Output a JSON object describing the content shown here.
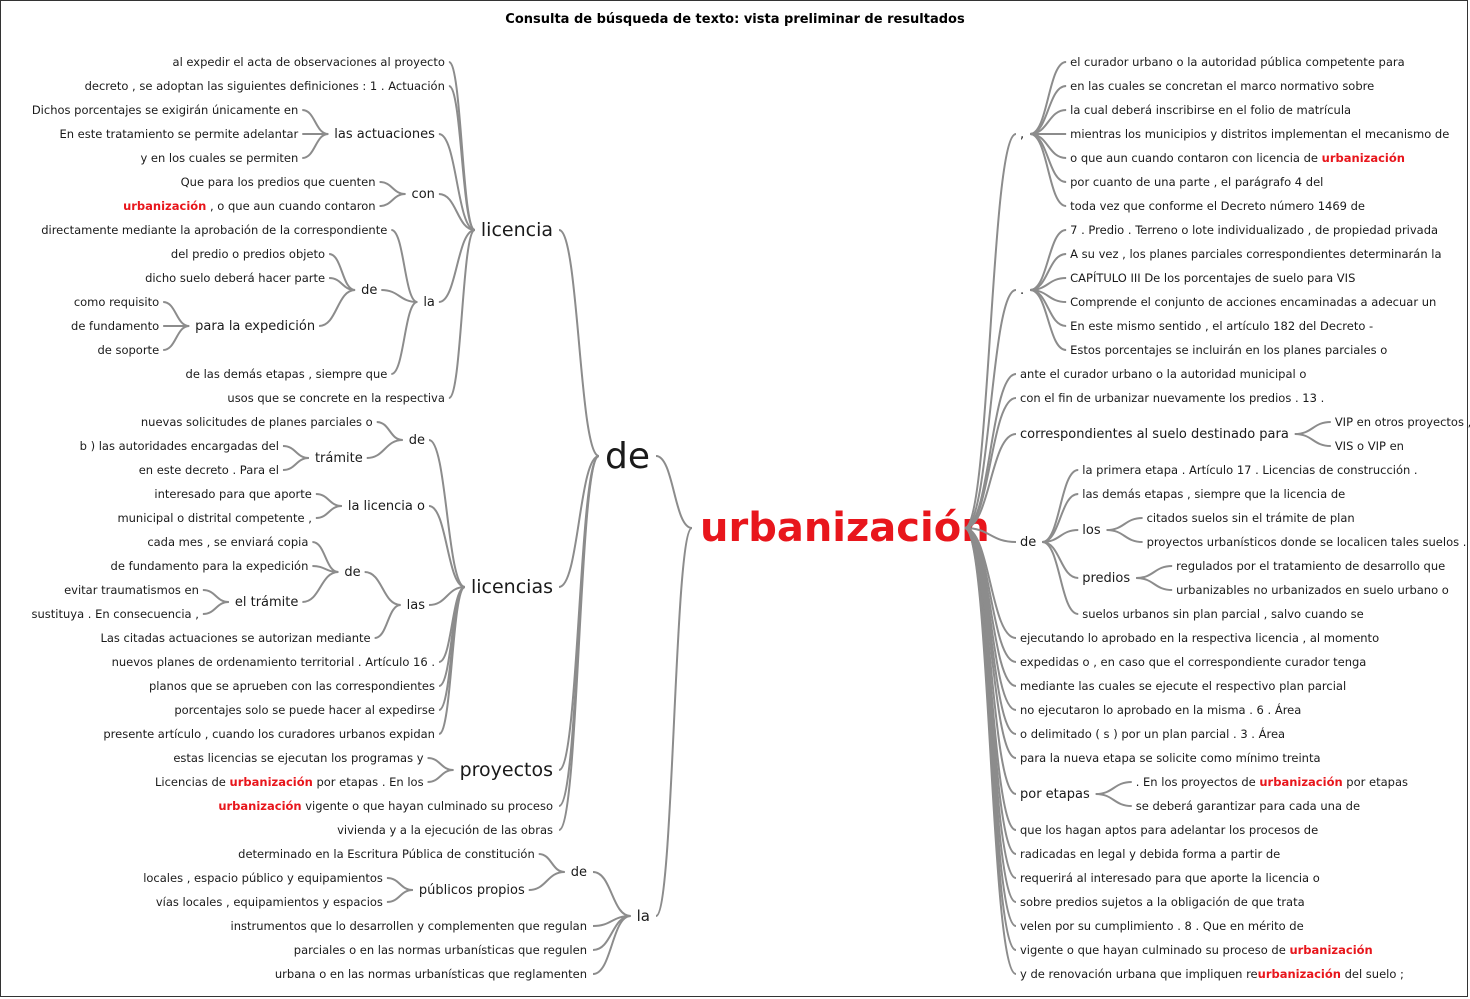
{
  "title": "Consulta de búsqueda de texto: vista preliminar de resultados",
  "keyword": "urbanización",
  "colors": {
    "keyword": "#e8161c",
    "text": "#1a1a1a",
    "branch": "#8c8c8c"
  },
  "left": {
    "label": "de",
    "children": [
      {
        "label": "licencia",
        "children": [
          {
            "label": "al expedir el acta de observaciones al proyecto"
          },
          {
            "label": "decreto , se adoptan las siguientes definiciones : 1 . Actuación"
          },
          {
            "label": "las actuaciones",
            "children": [
              {
                "label": "Dichos porcentajes se exigirán únicamente en"
              },
              {
                "label": "En este tratamiento se permite adelantar"
              },
              {
                "label": "y en los cuales se permiten"
              }
            ]
          },
          {
            "label": "con",
            "children": [
              {
                "label": "Que para los predios que cuenten"
              },
              {
                "label": "urbanización , o que aun cuando contaron"
              }
            ]
          },
          {
            "label": "la",
            "children": [
              {
                "label": "directamente mediante la aprobación de la correspondiente"
              },
              {
                "label": "de",
                "children": [
                  {
                    "label": "del predio o predios objeto"
                  },
                  {
                    "label": "dicho suelo deberá hacer parte"
                  },
                  {
                    "label": "para la expedición",
                    "children": [
                      {
                        "label": "como requisito"
                      },
                      {
                        "label": "de fundamento"
                      },
                      {
                        "label": "de soporte"
                      }
                    ]
                  }
                ]
              },
              {
                "label": "de las demás etapas , siempre que"
              }
            ]
          },
          {
            "label": "usos que se concrete en la respectiva"
          }
        ]
      },
      {
        "label": "licencias",
        "children": [
          {
            "label": "de",
            "children": [
              {
                "label": "nuevas solicitudes de planes parciales o"
              },
              {
                "label": "trámite",
                "children": [
                  {
                    "label": "b ) las autoridades encargadas del"
                  },
                  {
                    "label": "en este decreto . Para el"
                  }
                ]
              }
            ]
          },
          {
            "label": "la licencia o",
            "children": [
              {
                "label": "interesado para que aporte"
              },
              {
                "label": "municipal o distrital competente ,"
              }
            ]
          },
          {
            "label": "las",
            "children": [
              {
                "label": "de",
                "children": [
                  {
                    "label": "cada mes , se enviará copia"
                  },
                  {
                    "label": "de fundamento para la expedición"
                  },
                  {
                    "label": "el trámite",
                    "children": [
                      {
                        "label": "evitar traumatismos en"
                      },
                      {
                        "label": "sustituya . En consecuencia ,"
                      }
                    ]
                  }
                ]
              },
              {
                "label": "Las citadas actuaciones se autorizan mediante"
              }
            ]
          },
          {
            "label": "nuevos planes de ordenamiento territorial . Artículo 16 ."
          },
          {
            "label": "planos que se aprueben con las correspondientes"
          },
          {
            "label": "porcentajes solo se puede hacer al expedirse"
          },
          {
            "label": "presente artículo , cuando los curadores urbanos expidan"
          }
        ]
      },
      {
        "label": "proyectos",
        "children": [
          {
            "label": "estas licencias se ejecutan los programas y"
          },
          {
            "label": "Licencias de urbanización por etapas . En los"
          }
        ]
      },
      {
        "label": "urbanización vigente o que hayan culminado su proceso"
      },
      {
        "label": "vivienda y a la ejecución de las obras"
      }
    ]
  },
  "left_la": {
    "label": "la",
    "children": [
      {
        "label": "de",
        "children": [
          {
            "label": "determinado en la Escritura Pública de constitución"
          },
          {
            "label": "públicos propios",
            "children": [
              {
                "label": "locales , espacio público y equipamientos"
              },
              {
                "label": "vías locales , equipamientos y espacios"
              }
            ]
          }
        ]
      },
      {
        "label": "instrumentos que lo desarrollen y complementen que regulan"
      },
      {
        "label": "parciales o en las normas urbanísticas que regulen"
      },
      {
        "label": "urbana o en las normas urbanísticas que reglamenten"
      }
    ]
  },
  "right": [
    {
      "label": ",",
      "children": [
        {
          "label": "el curador urbano o la autoridad pública competente para"
        },
        {
          "label": "en las cuales se concretan el marco normativo sobre"
        },
        {
          "label": "la cual deberá inscribirse en el folio de matrícula"
        },
        {
          "label": "mientras los municipios y distritos implementan el mecanismo de"
        },
        {
          "label": "o que aun cuando contaron con licencia de urbanización"
        },
        {
          "label": "por cuanto de una parte , el parágrafo 4 del"
        },
        {
          "label": "toda vez que conforme el Decreto número 1469 de"
        }
      ]
    },
    {
      "label": ".",
      "children": [
        {
          "label": "7 . Predio . Terreno o lote individualizado , de propiedad privada"
        },
        {
          "label": "A su vez , los planes parciales correspondientes determinarán la"
        },
        {
          "label": "CAPÍTULO III De los porcentajes de suelo para VIS"
        },
        {
          "label": "Comprende el conjunto de acciones encaminadas a adecuar un"
        },
        {
          "label": "En este mismo sentido , el artículo 182 del Decreto -"
        },
        {
          "label": "Estos porcentajes se incluirán en los planes parciales o"
        }
      ]
    },
    {
      "label": "ante el curador urbano o la autoridad municipal o"
    },
    {
      "label": "con el fin de urbanizar nuevamente los predios . 13 ."
    },
    {
      "label": "correspondientes al suelo destinado para",
      "children": [
        {
          "label": "VIP en otros proyectos ,"
        },
        {
          "label": "VIS o VIP en"
        }
      ]
    },
    {
      "label": "de",
      "children": [
        {
          "label": "la primera etapa . Artículo 17 . Licencias de construcción ."
        },
        {
          "label": "las demás etapas , siempre que la licencia de"
        },
        {
          "label": "los",
          "children": [
            {
              "label": "citados suelos sin el trámite de plan"
            },
            {
              "label": "proyectos urbanísticos donde se localicen tales suelos ."
            }
          ]
        },
        {
          "label": "predios",
          "children": [
            {
              "label": "regulados por el tratamiento de desarrollo que"
            },
            {
              "label": "urbanizables no urbanizados en suelo urbano o"
            }
          ]
        },
        {
          "label": "suelos urbanos sin plan parcial , salvo cuando se"
        }
      ]
    },
    {
      "label": "ejecutando lo aprobado en la respectiva licencia , al momento"
    },
    {
      "label": "expedidas o , en caso que el correspondiente curador tenga"
    },
    {
      "label": "mediante las cuales se ejecute el respectivo plan parcial"
    },
    {
      "label": "no ejecutaron lo aprobado en la misma . 6 . Área"
    },
    {
      "label": "o delimitado ( s ) por un plan parcial . 3 . Área"
    },
    {
      "label": "para la nueva etapa se solicite como mínimo treinta"
    },
    {
      "label": "por etapas",
      "children": [
        {
          "label": ". En los proyectos de urbanización por etapas"
        },
        {
          "label": "se deberá garantizar para cada una de"
        }
      ]
    },
    {
      "label": "que los hagan aptos para adelantar los procesos de"
    },
    {
      "label": "radicadas en legal y debida forma a partir de"
    },
    {
      "label": "requerirá al interesado para que aporte la licencia o"
    },
    {
      "label": "sobre predios sujetos a la obligación de que trata"
    },
    {
      "label": "velen por su cumplimiento . 8 . Que en mérito de"
    },
    {
      "label": "vigente o que hayan culminado su proceso de urbanización"
    },
    {
      "label": "y de renovación urbana que impliquen reurbanización del suelo ;"
    }
  ]
}
